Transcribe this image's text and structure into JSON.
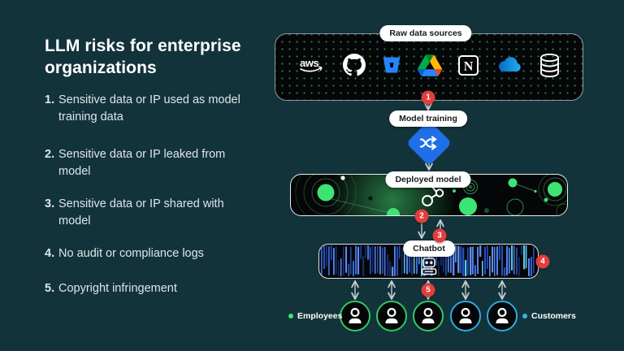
{
  "title": "LLM risks for enterprise organizations",
  "risks": [
    {
      "num": "1.",
      "text": "Sensitive data or IP used as model training data"
    },
    {
      "num": "2.",
      "text": "Sensitive data or IP leaked from model"
    },
    {
      "num": "3.",
      "text": "Sensitive data or IP shared with model"
    },
    {
      "num": "4.",
      "text": "No audit or compliance logs"
    },
    {
      "num": "5.",
      "text": "Copyright infringement"
    }
  ],
  "diagram": {
    "raw_label": "Raw data sources",
    "training_label": "Model training",
    "deployed_label": "Deployed model",
    "chatbot_label": "Chatbot",
    "employees_label": "Employees",
    "customers_label": "Customers",
    "badges": [
      "1",
      "2",
      "3",
      "4",
      "5"
    ],
    "source_icons": [
      "aws-icon",
      "github-icon",
      "bitbucket-icon",
      "google-drive-icon",
      "notion-icon",
      "onedrive-icon",
      "database-icon"
    ],
    "users": [
      "employee",
      "employee",
      "employee",
      "customer",
      "customer"
    ],
    "colors": {
      "background": "#13333b",
      "badge_red": "#e23d3d",
      "diamond_blue": "#1e6fe8",
      "employee_green": "#2fc966",
      "customer_blue": "#2fa9e0",
      "bright_green": "#3ce573",
      "bar_blue": "#3a6fe0"
    }
  }
}
